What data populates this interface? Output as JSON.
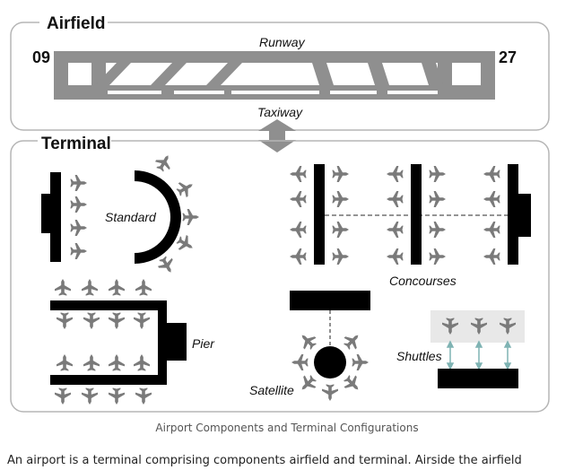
{
  "airfield": {
    "title": "Airfield",
    "runway_label": "Runway",
    "taxiway_label": "Taxiway",
    "runway_left": "09",
    "runway_right": "27"
  },
  "terminal": {
    "title": "Terminal",
    "standard_label": "Standard",
    "concourses_label": "Concourses",
    "pier_label": "Pier",
    "satellite_label": "Satellite",
    "shuttles_label": "Shuttles"
  },
  "caption": "Airport Components and Terminal Configurations",
  "body_text": "An airport is a terminal comprising components airfield and terminal. Airside the airfield",
  "colors": {
    "outline": "#b5b5b5",
    "runway_gray": "#8f8f8f",
    "plane_gray": "#7a7a7a",
    "building": "#000000",
    "shuttle_zone": "#e8e8e8",
    "shuttle_arrow": "#7fb3b3"
  }
}
